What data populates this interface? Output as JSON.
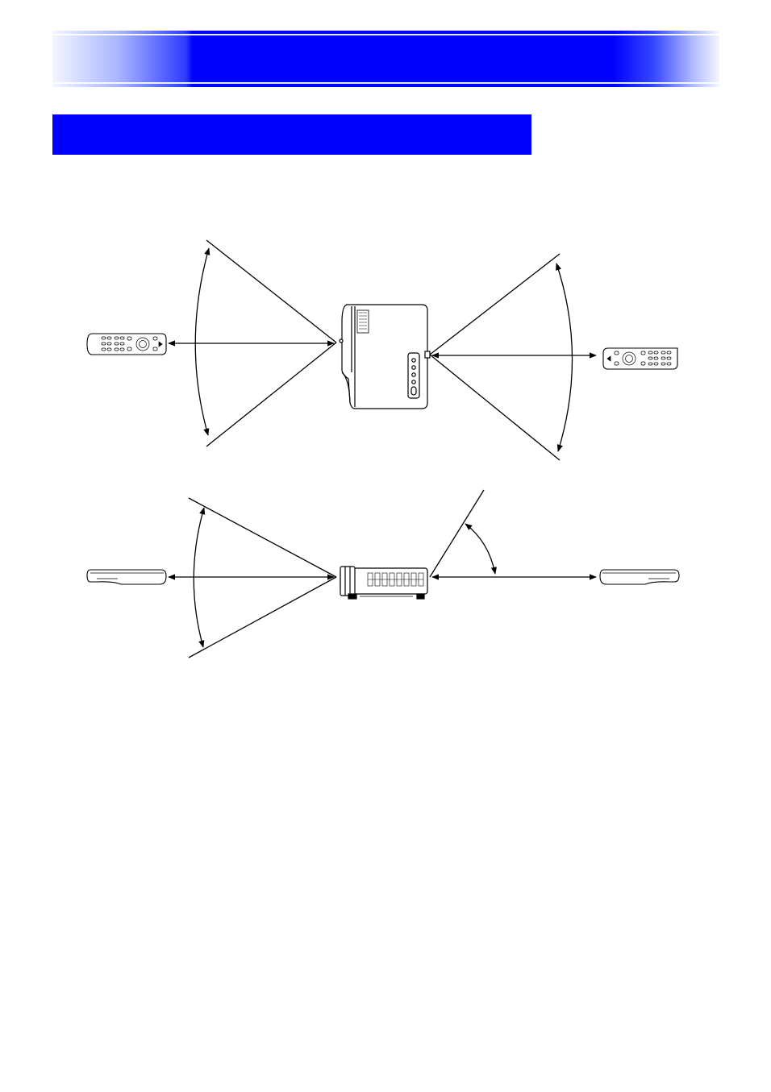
{
  "page": {
    "title": "",
    "section_heading": ""
  },
  "diagram": {
    "top_view": {
      "projector": "projector-top-view",
      "left_remote": "remote-control-front-view",
      "right_remote": "remote-control-front-view"
    },
    "side_view": {
      "projector": "projector-side-view",
      "left_remote": "remote-control-side-view",
      "right_remote": "remote-control-side-view"
    },
    "colors": {
      "banner_blue": "#0000ff",
      "line": "#000000"
    }
  }
}
